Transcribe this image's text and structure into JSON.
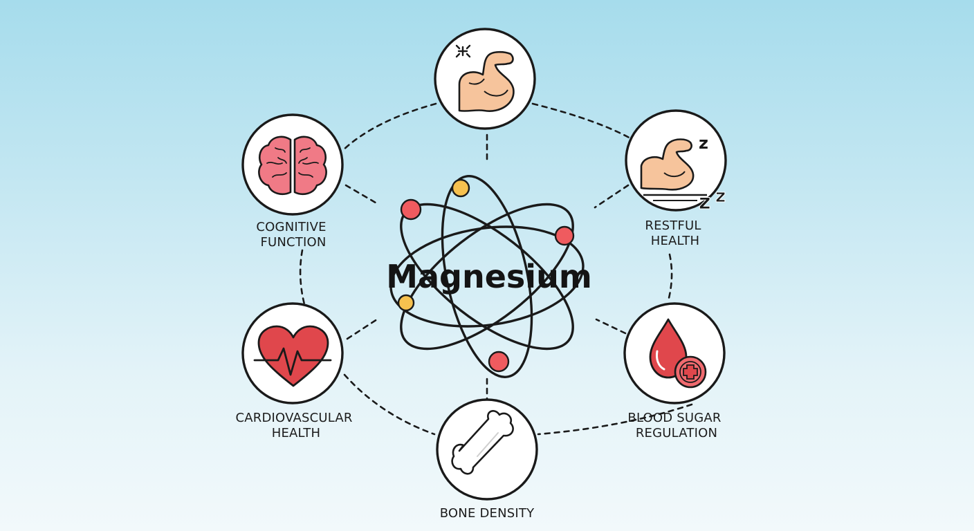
{
  "center": {
    "title": "Magnesium"
  },
  "nodes": [
    {
      "label_lines": [],
      "icon": "flexed-arm-icon"
    },
    {
      "label_lines": [
        "RESTFUL",
        "HEALTH"
      ],
      "icon": "sleeping-muscle-icon"
    },
    {
      "label_lines": [
        "BLOOD SUGAR",
        "REGULATION"
      ],
      "icon": "blood-drop-plus-icon"
    },
    {
      "label_lines": [
        "BONE DENSITY"
      ],
      "icon": "bone-icon"
    },
    {
      "label_lines": [
        "CARDIOVASCULAR",
        "HEALTH"
      ],
      "icon": "heart-pulse-icon"
    },
    {
      "label_lines": [
        "COGNITIVE",
        "FUNCTION"
      ],
      "icon": "brain-icon"
    }
  ],
  "colors": {
    "background_top": "#a6dcec",
    "background_bottom": "#f2f9fb",
    "outline": "#1a1a1a",
    "red": "#e0474c",
    "pink": "#f06a6f",
    "skin": "#f6c49c",
    "electron_red": "#ef5b5f",
    "electron_gold": "#f6c14f"
  }
}
